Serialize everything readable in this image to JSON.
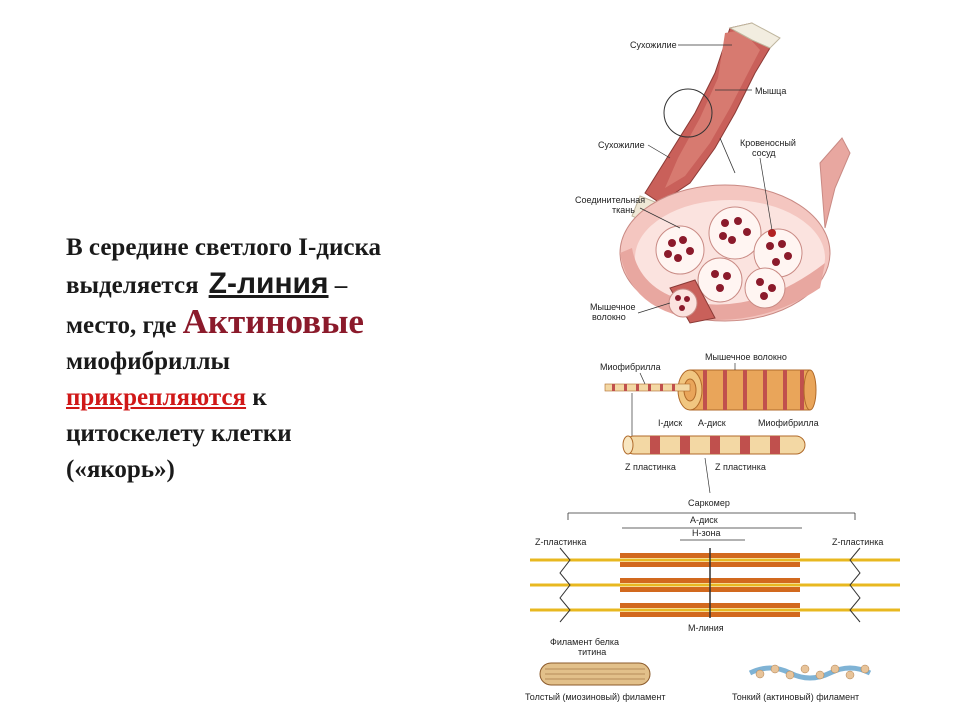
{
  "text": {
    "line1": "В середине светлого I-диска",
    "line2_prefix": "выделяется",
    "z_line": "Z-линия",
    "line2_suffix": "–",
    "line3_prefix": "место, где",
    "actin": "Актиновые",
    "line4": "миофибриллы",
    "attach": "прикрепляются",
    "line5_suffix": "к",
    "line6": "цитоскелету клетки",
    "line7": "(«якорь»)"
  },
  "labels": {
    "tendon_top": "Сухожилие",
    "muscle": "Мышца",
    "tendon_bottom": "Сухожилие",
    "blood_vessel_1": "Кровеносный",
    "blood_vessel_2": "сосуд",
    "connective_1": "Соединительная",
    "connective_2": "ткань",
    "fiber_1": "Мышечное",
    "fiber_2": "волокно",
    "myofibril_left": "Миофибрилла",
    "muscle_fiber": "Мышечное волокно",
    "i_disk": "I-диск",
    "a_disk": "А-диск",
    "myofibril_right": "Миофибрилла",
    "z_plate_1": "Z пластинка",
    "z_plate_2": "Z пластинка",
    "sarcomere": "Саркомер",
    "a_disk_2": "А-диск",
    "h_zone": "Н-зона",
    "z_plate_left": "Z-пластинка",
    "z_plate_right": "Z-пластинка",
    "m_line": "М-линия",
    "titin_1": "Филамент белка",
    "titin_2": "титина",
    "thick_filament": "Толстый (миозиновый) филамент",
    "thin_filament": "Тонкий (актиновый) филамент"
  },
  "colors": {
    "actin_text": "#8b1a2b",
    "attach_text": "#d01818",
    "muscle": "#c0504d",
    "filament_yellow": "#e8b820",
    "myosin_orange": "#d2691e"
  }
}
